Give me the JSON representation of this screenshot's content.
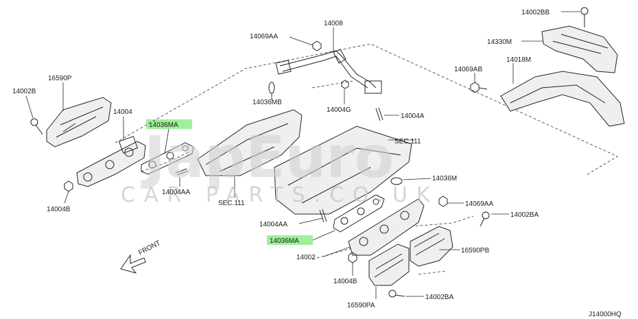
{
  "labels": {
    "l14002BB": "14002BB",
    "l14008": "14008",
    "l14069AA_top": "14069AA",
    "l14330M": "14330M",
    "l14069AB": "14069AB",
    "l14018M": "14018M",
    "l16590P": "16590P",
    "l14002B": "14002B",
    "l14004": "14004",
    "l14036MA_left": "14036MA",
    "l14036MB": "14036MB",
    "l14004G": "14004G",
    "l14004A": "14004A",
    "lSEC111_right": "SEC.111",
    "l14036M": "14036M",
    "l14069AA_right": "14069AA",
    "l14002BA_right": "14002BA",
    "l14004AA_left": "14004AA",
    "lSEC111_left": "SEC.111",
    "l14004B_left": "14004B",
    "l14004AA_mid": "14004AA",
    "l14036MA_mid": "14036MA",
    "l16590PB": "16590PB",
    "l14002": "14002",
    "l14004B_mid": "14004B",
    "l14002BA_bottom": "14002BA",
    "l16590PA": "16590PA",
    "front": "FRONT",
    "code": "J14000HQ"
  },
  "watermark": {
    "brand": "JapEuro",
    "sub": "CAR PARTS.CO.UK"
  },
  "colors": {
    "highlight": "#9ef09a",
    "line": "#222222",
    "watermark": "#cfcfcf"
  }
}
